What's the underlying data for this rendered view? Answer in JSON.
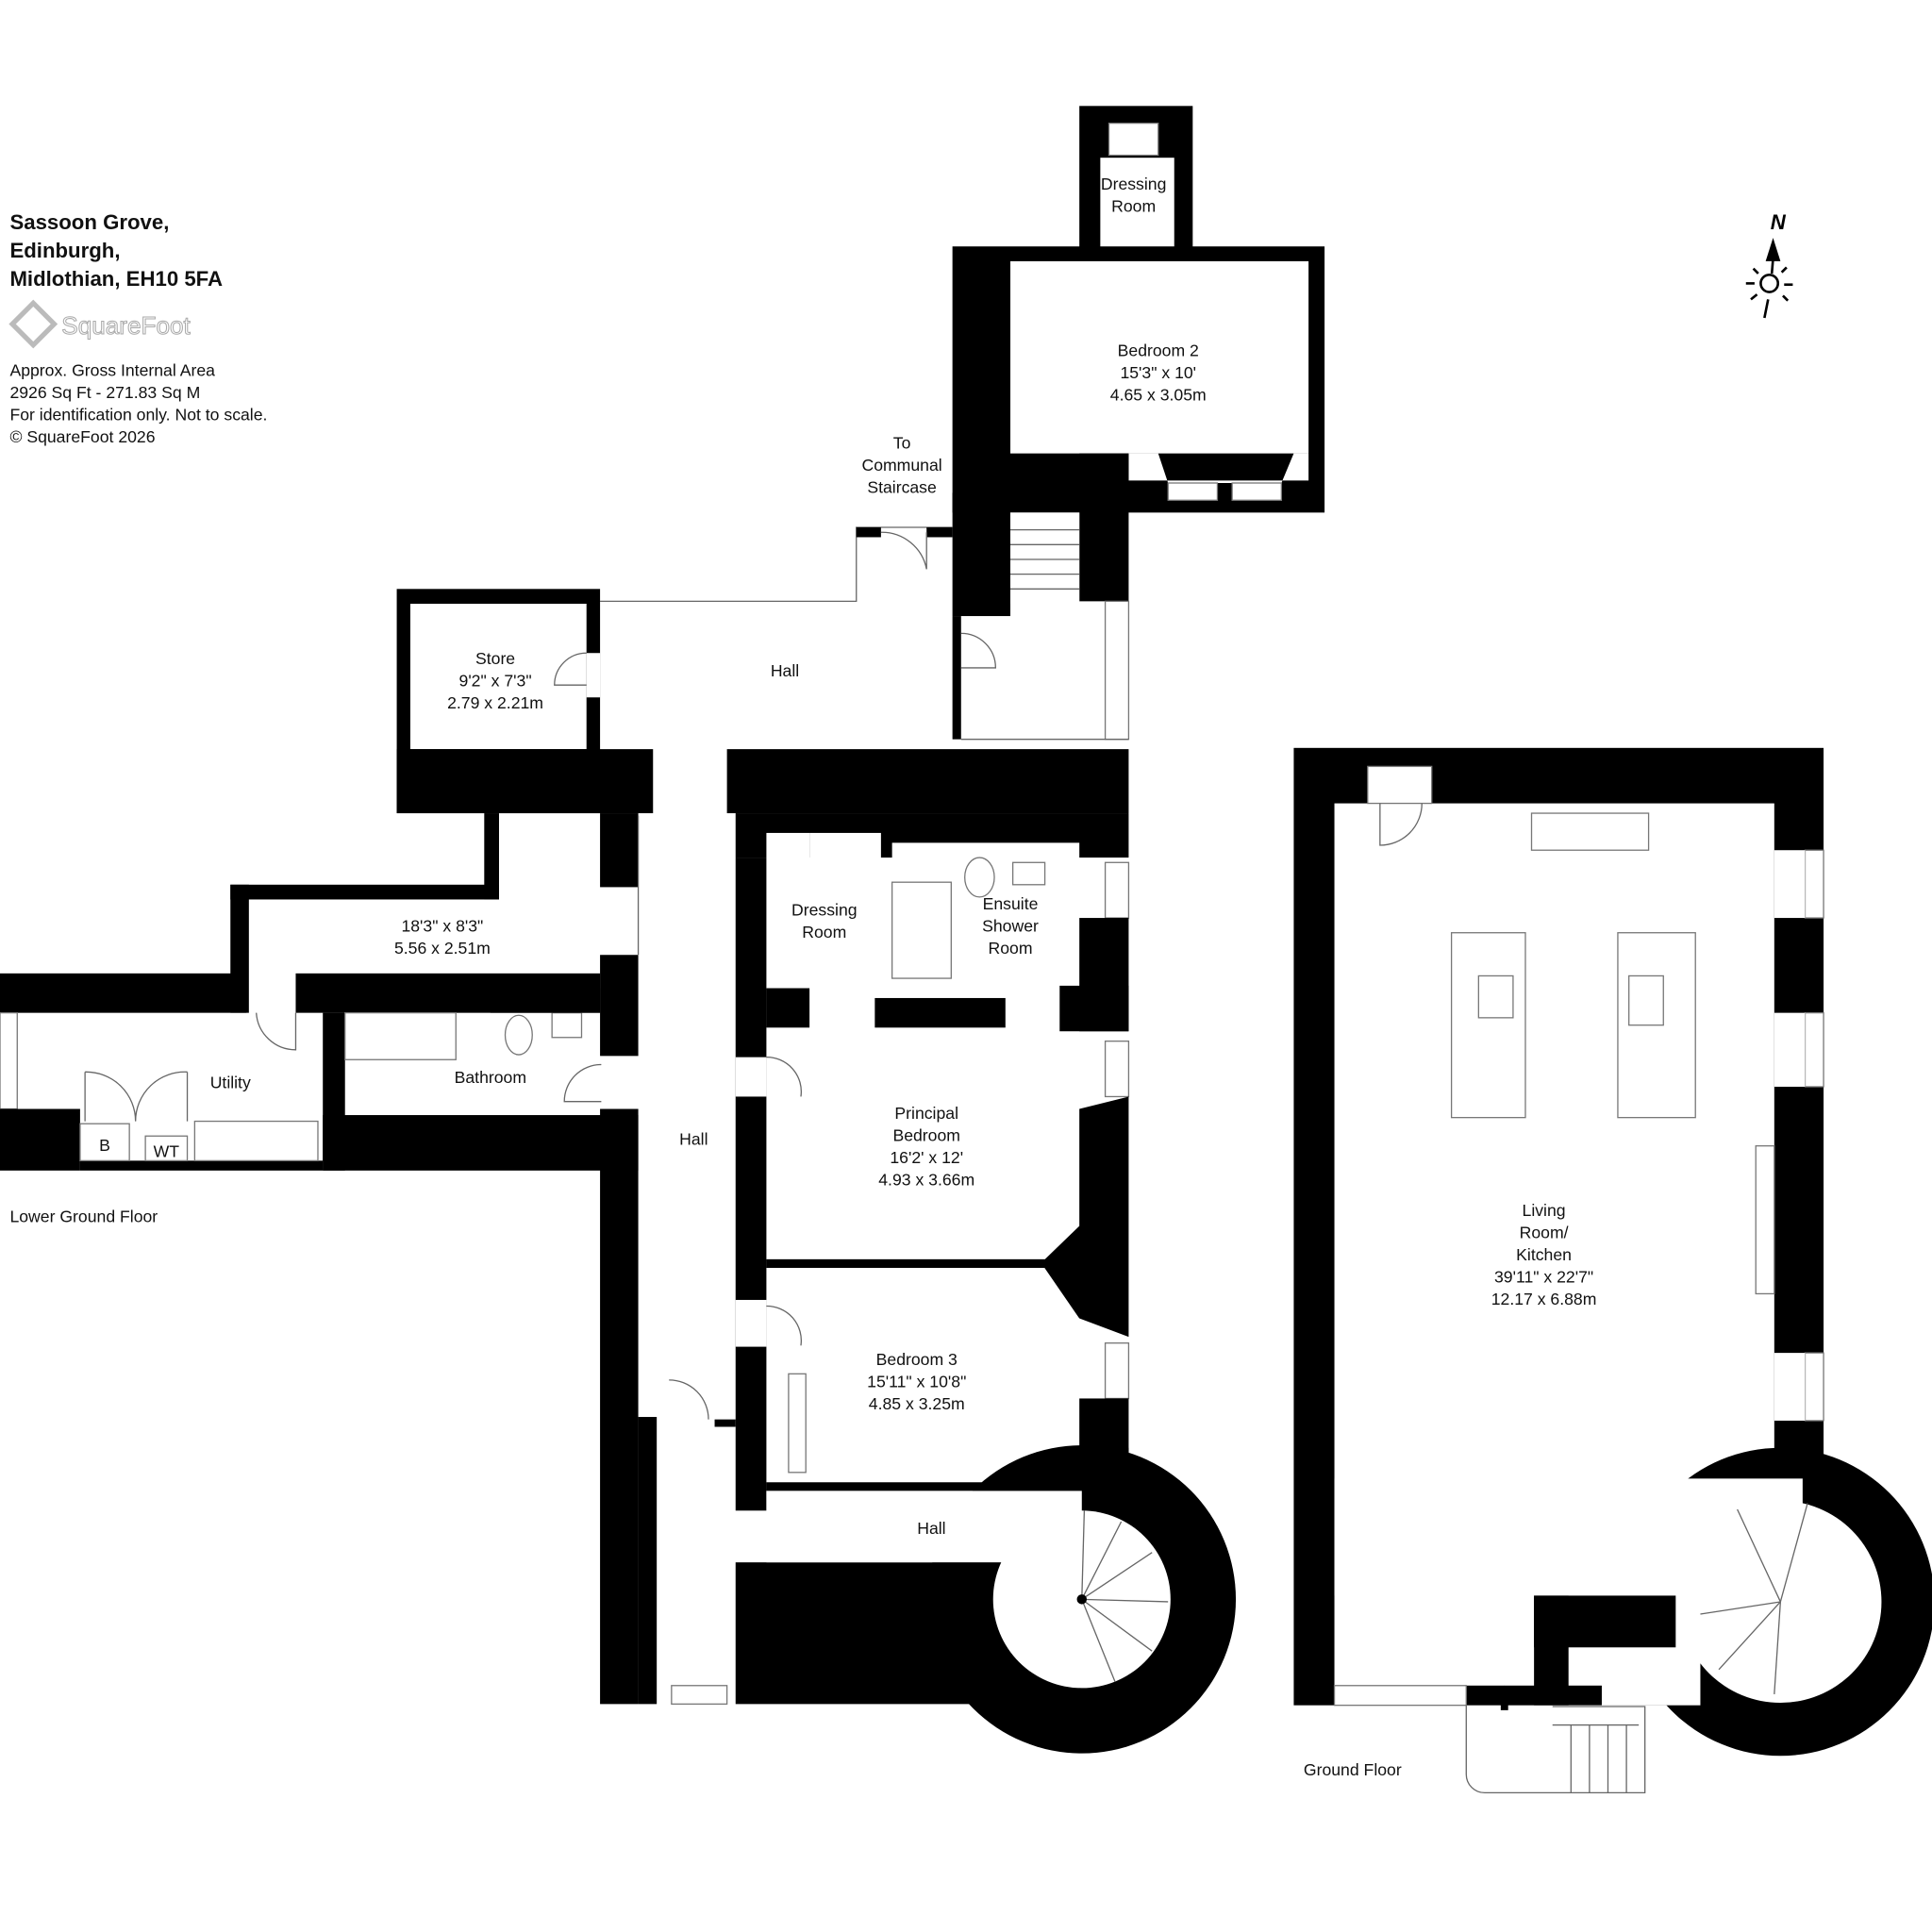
{
  "header": {
    "address_lines": [
      "Sassoon Grove,",
      "Edinburgh,",
      "Midlothian, EH10 5FA"
    ],
    "logo_text": "SquareFoot",
    "info_lines": [
      "Approx. Gross Internal Area",
      "2926 Sq Ft  -  271.83 Sq M",
      "For identification only. Not to scale.",
      "© SquareFoot 2026"
    ]
  },
  "compass": {
    "label": "N"
  },
  "floors": {
    "lower_ground": {
      "label": "Lower Ground Floor",
      "rooms": {
        "dressing_room_top": [
          "Dressing",
          "Room"
        ],
        "bedroom2": [
          "Bedroom 2",
          "15'3\" x 10'",
          "4.65 x 3.05m"
        ],
        "communal": [
          "To",
          "Communal",
          "Staircase"
        ],
        "store": [
          "Store",
          "9'2\" x 7'3\"",
          "2.79 x 2.21m"
        ],
        "hall_upper": "Hall",
        "room_unnamed": [
          "18'3\" x 8'3\"",
          "5.56 x 2.51m"
        ],
        "dressing_room": [
          "Dressing",
          "Room"
        ],
        "ensuite": [
          "Ensuite",
          "Shower",
          "Room"
        ],
        "utility": "Utility",
        "boiler": "B",
        "water_tank": "WT",
        "bathroom": "Bathroom",
        "hall_mid": "Hall",
        "principal": [
          "Principal",
          "Bedroom",
          "16'2' x 12'",
          "4.93 x 3.66m"
        ],
        "bedroom3": [
          "Bedroom 3",
          "15'11\" x 10'8\"",
          "4.85 x 3.25m"
        ],
        "hall_lower": "Hall"
      }
    },
    "ground": {
      "label": "Ground Floor",
      "rooms": {
        "living": [
          "Living",
          "Room/",
          "Kitchen",
          "39'11\" x 22'7\"",
          "12.17 x 6.88m"
        ]
      }
    }
  }
}
